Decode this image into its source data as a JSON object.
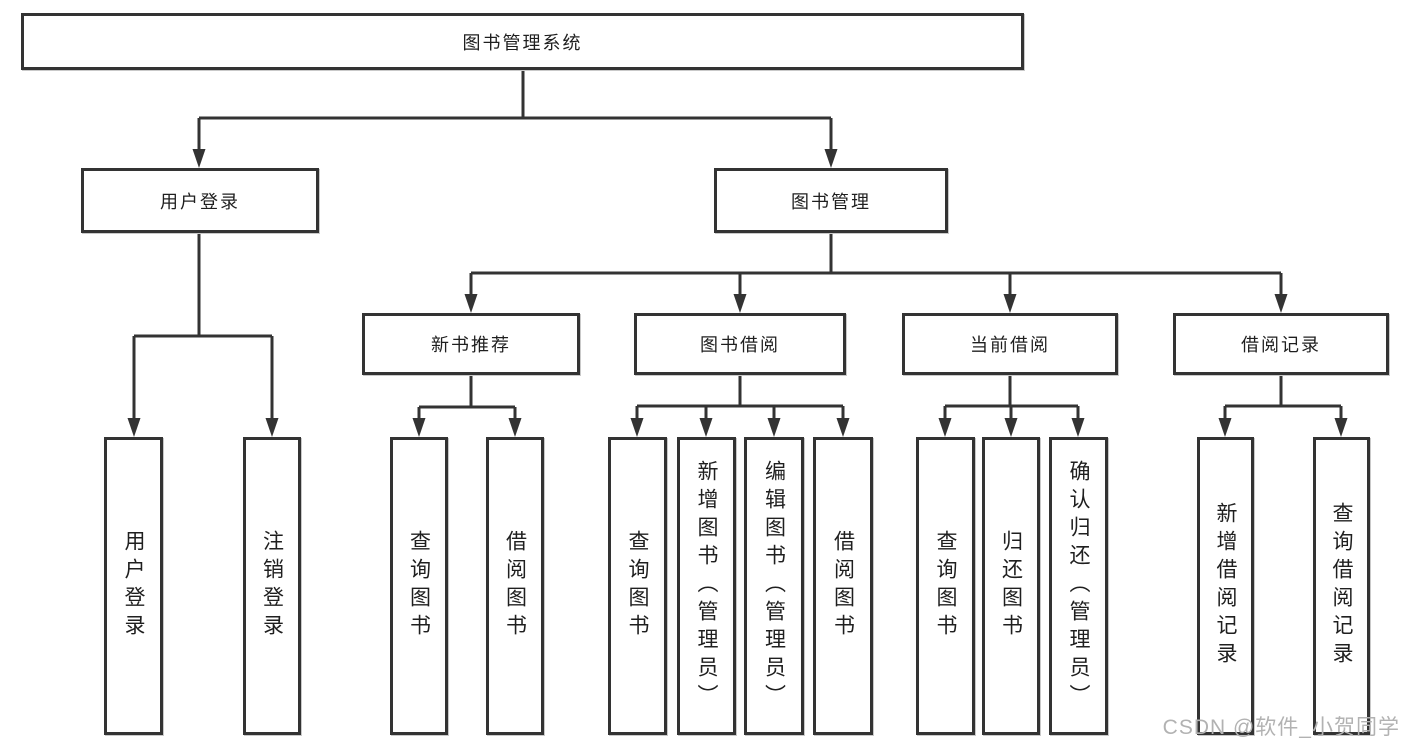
{
  "tree": {
    "label": "图书管理系统",
    "children": [
      {
        "label": "用户登录",
        "children": [
          {
            "label": "用户登录"
          },
          {
            "label": "注销登录"
          }
        ]
      },
      {
        "label": "图书管理",
        "children": [
          {
            "label": "新书推荐",
            "children": [
              {
                "label": "查询图书"
              },
              {
                "label": "借阅图书"
              }
            ]
          },
          {
            "label": "图书借阅",
            "children": [
              {
                "label": "查询图书"
              },
              {
                "label": "新增图书（管理员）"
              },
              {
                "label": "编辑图书（管理员）"
              },
              {
                "label": "借阅图书"
              }
            ]
          },
          {
            "label": "当前借阅",
            "children": [
              {
                "label": "查询图书"
              },
              {
                "label": "归还图书"
              },
              {
                "label": "确认归还（管理员）"
              }
            ]
          },
          {
            "label": "借阅记录",
            "children": [
              {
                "label": "新增借阅记录"
              },
              {
                "label": "查询借阅记录"
              }
            ]
          }
        ]
      }
    ]
  },
  "colors": {
    "line": "#333333",
    "text": "#1f1f1f",
    "watermark": "#b2b2b2"
  },
  "watermark": "CSDN @软件_小贺同学"
}
